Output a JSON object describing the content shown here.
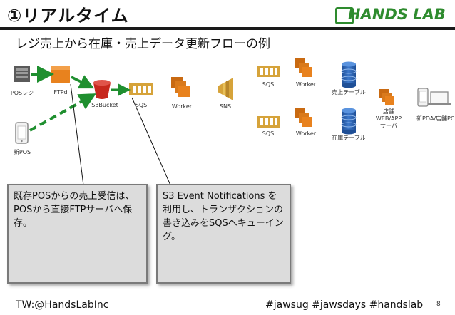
{
  "slide": {
    "title": "①リアルタイム",
    "subtitle": "レジ売上から在庫・売上データ更新フローの例",
    "logo_text": "HANDS LAB",
    "page_number": "8"
  },
  "nodes": {
    "pos_register": "POSレジ",
    "ftpd": "FTPd",
    "new_pos": "新POS",
    "s3bucket": "S3Bucket",
    "sqs_main": "SQS",
    "worker_main": "Worker",
    "sns": "SNS",
    "sqs_top": "SQS",
    "worker_top": "Worker",
    "sales_table": "売上テーブル",
    "sqs_bottom": "SQS",
    "worker_bottom": "Worker",
    "inventory_table": "在庫テーブル",
    "store_server": "店舗\nWEB/APP\nサーバ",
    "pda_pc": "新PDA/店舗PC"
  },
  "callouts": {
    "left": "既存POSからの売上受信は、POSから直接FTPサーバへ保存。",
    "right": "S3 Event Notifications を利用し、トランザクションの書き込みをSQSへキューイング。"
  },
  "footer": {
    "left": "TW:@HandsLabInc",
    "right": "#jawsug #jawsdays #handslab"
  },
  "colors": {
    "arrow_green": "#1f8f2f",
    "aws_orange": "#e8821e",
    "aws_blue": "#2a5fa8",
    "aws_red": "#c7281d",
    "sqs_gold": "#d6a33a",
    "logo_green": "#2e8b2e"
  }
}
